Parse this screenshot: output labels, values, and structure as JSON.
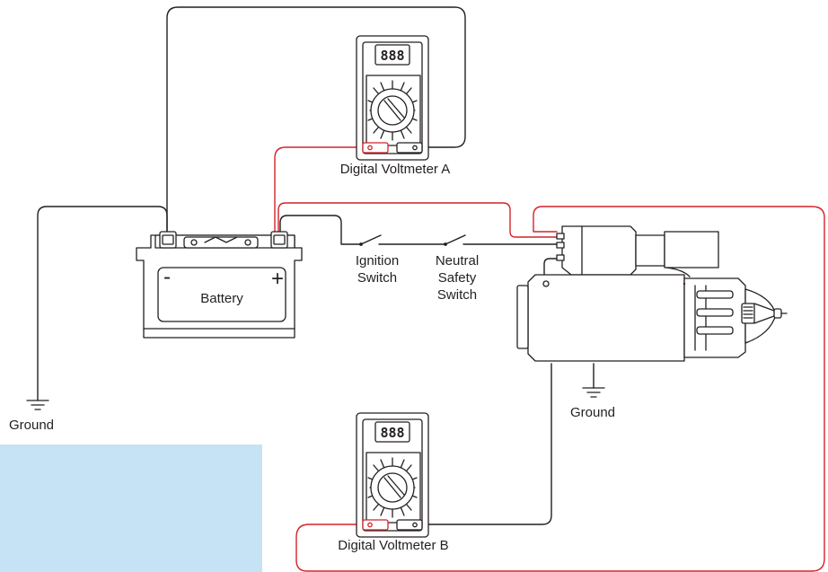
{
  "labels": {
    "voltmeter_a": "Digital Voltmeter A",
    "voltmeter_b": "Digital Voltmeter B",
    "battery": "Battery",
    "battery_minus": "-",
    "battery_plus": "+",
    "ignition_line1": "Ignition",
    "ignition_line2": "Switch",
    "neutral_line1": "Neutral",
    "neutral_line2": "Safety",
    "neutral_line3": "Switch",
    "ground_left": "Ground",
    "ground_right": "Ground",
    "meter_display": "888"
  },
  "colors": {
    "positive_lead": "#d2232a",
    "wire": "#231f20",
    "highlight_panel": "#c6e3f6"
  }
}
